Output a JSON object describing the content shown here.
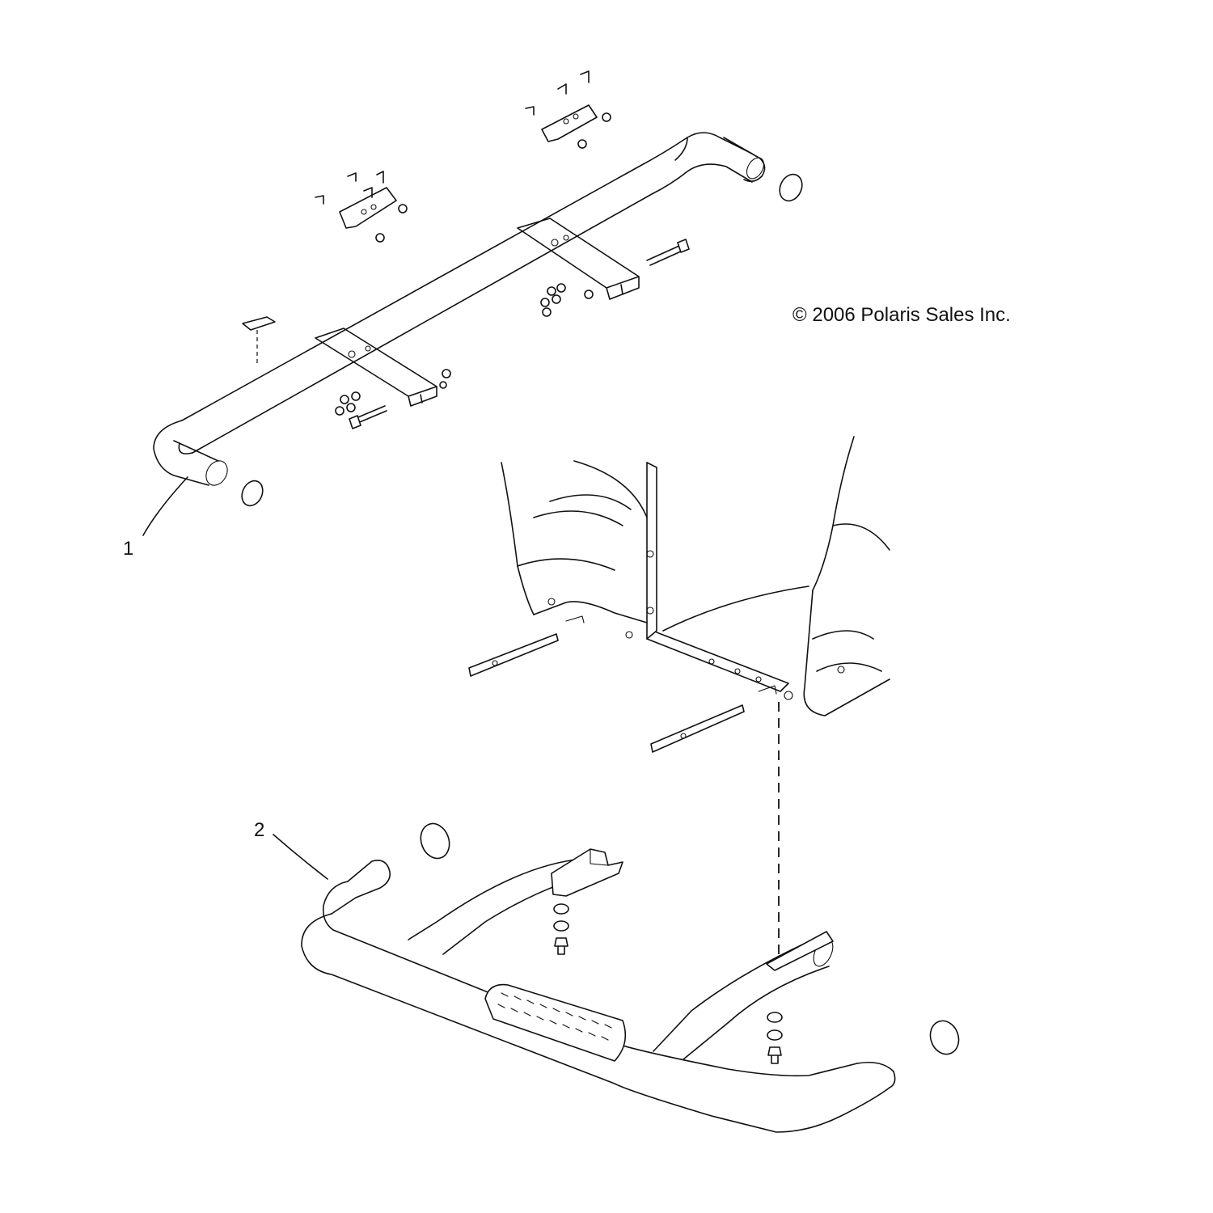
{
  "copyright": "© 2006 Polaris Sales Inc.",
  "callouts": [
    {
      "label": "1"
    },
    {
      "label": "2"
    }
  ],
  "colors": {
    "line": "#111111",
    "background": "#ffffff"
  }
}
